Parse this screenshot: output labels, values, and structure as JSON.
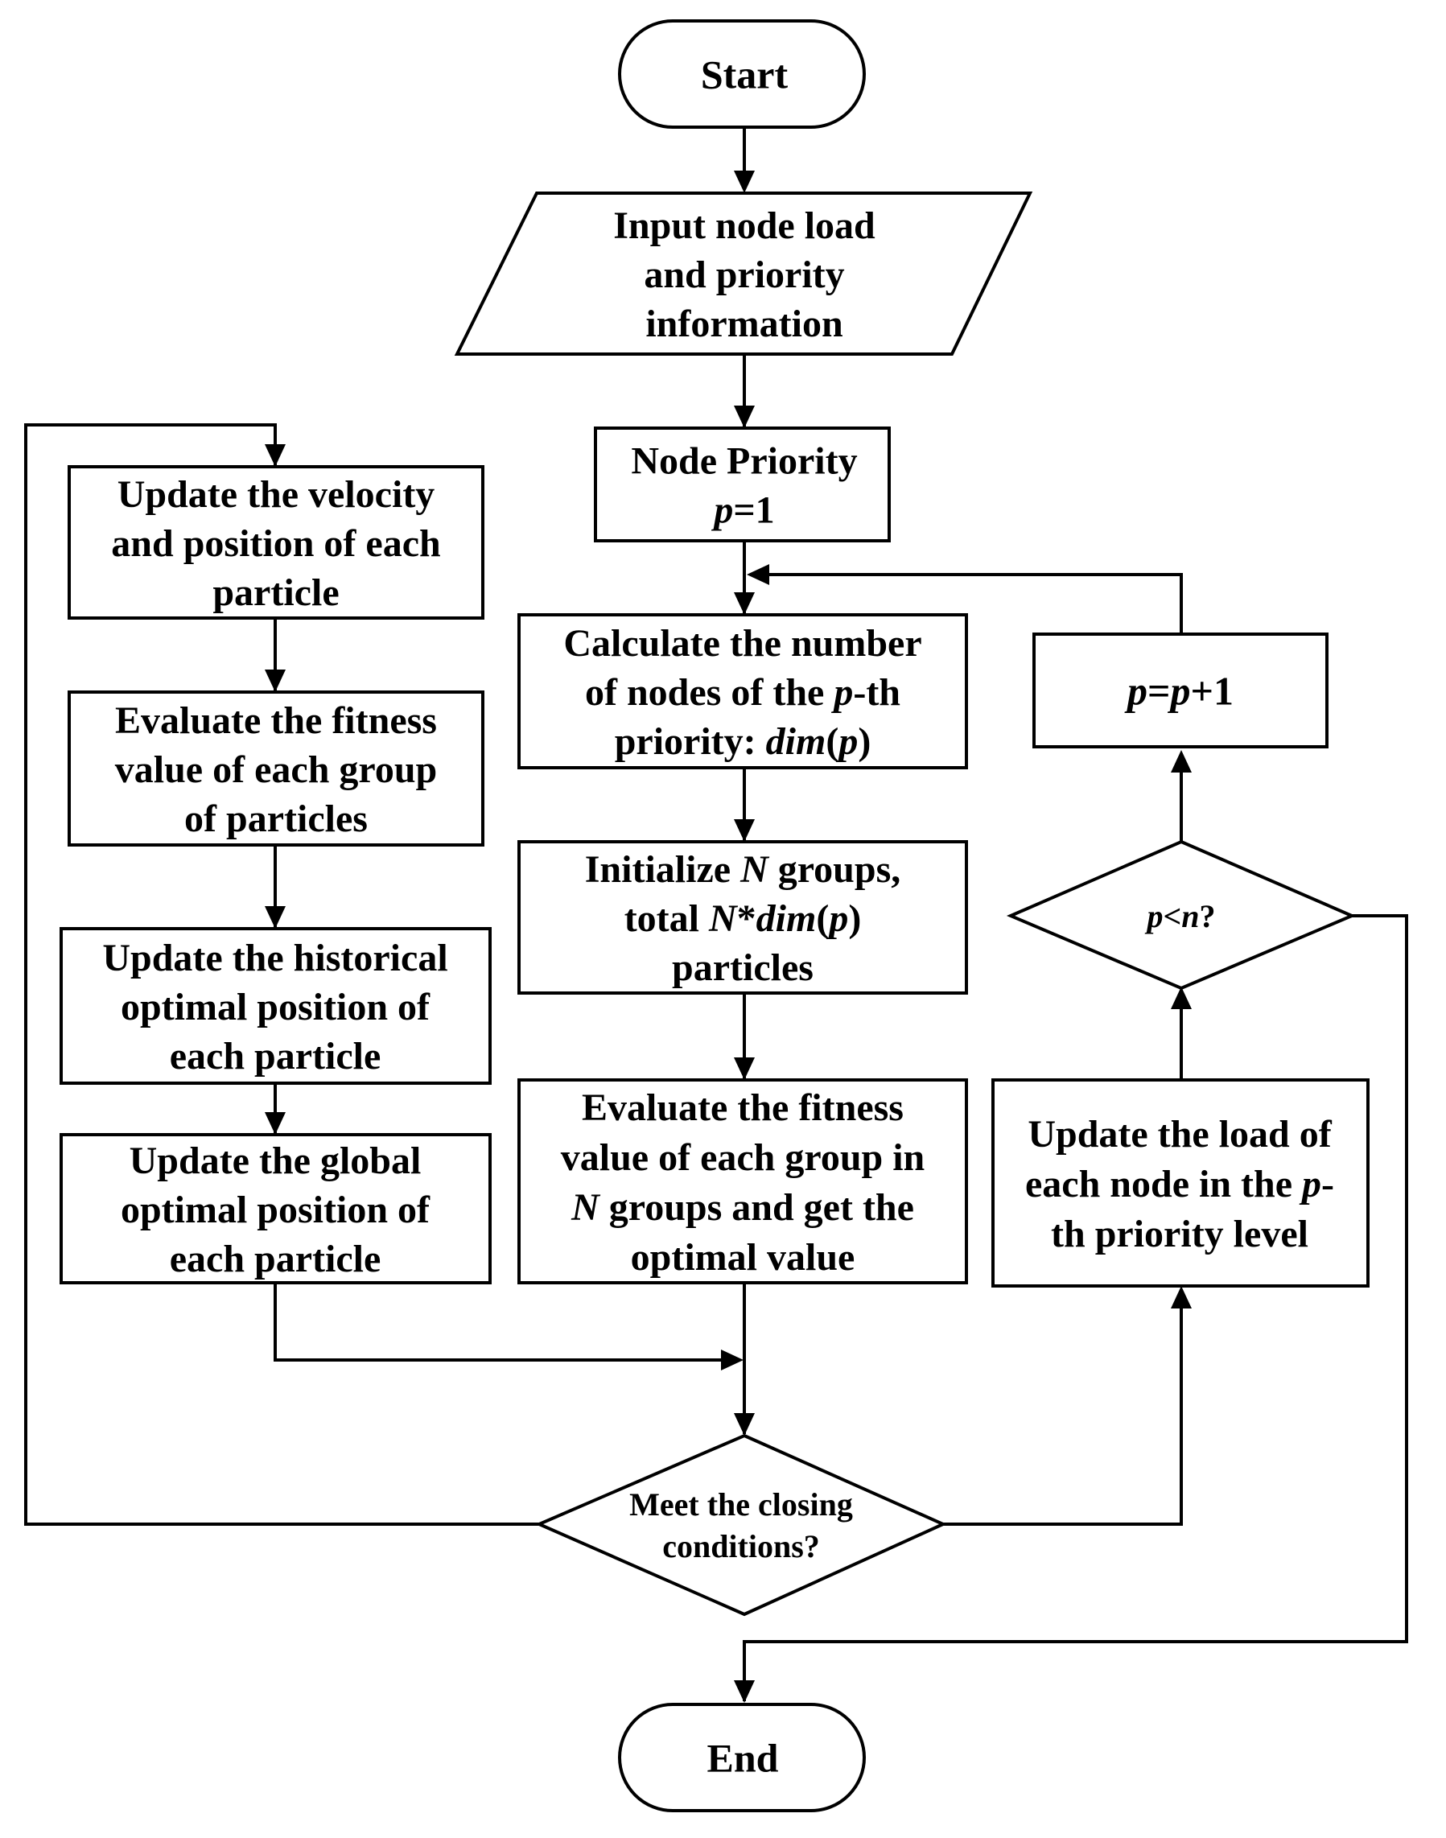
{
  "nodes": {
    "start": {
      "lines": [
        [
          {
            "t": "Start"
          }
        ]
      ]
    },
    "input": {
      "lines": [
        [
          {
            "t": "Input node load"
          }
        ],
        [
          {
            "t": "and priority"
          }
        ],
        [
          {
            "t": "information"
          }
        ]
      ]
    },
    "priority": {
      "lines": [
        [
          {
            "t": "Node Priority"
          }
        ],
        [
          {
            "t": "p",
            "i": true
          },
          {
            "t": "=1"
          }
        ]
      ]
    },
    "calc": {
      "lines": [
        [
          {
            "t": "Calculate the number"
          }
        ],
        [
          {
            "t": "of nodes of the "
          },
          {
            "t": "p",
            "i": true
          },
          {
            "t": "-th"
          }
        ],
        [
          {
            "t": "priority: "
          },
          {
            "t": "dim",
            "i": true
          },
          {
            "t": "("
          },
          {
            "t": "p",
            "i": true
          },
          {
            "t": ")"
          }
        ]
      ]
    },
    "init": {
      "lines": [
        [
          {
            "t": "Initialize "
          },
          {
            "t": "N",
            "i": true
          },
          {
            "t": " groups,"
          }
        ],
        [
          {
            "t": "total "
          },
          {
            "t": "N",
            "i": true
          },
          {
            "t": "*"
          },
          {
            "t": "dim",
            "i": true
          },
          {
            "t": "("
          },
          {
            "t": "p",
            "i": true
          },
          {
            "t": ")"
          }
        ],
        [
          {
            "t": "particles"
          }
        ]
      ]
    },
    "eval_groups": {
      "lines": [
        [
          {
            "t": "Evaluate the fitness"
          }
        ],
        [
          {
            "t": "value of each group in"
          }
        ],
        [
          {
            "t": "N",
            "i": true
          },
          {
            "t": " groups and get the"
          }
        ],
        [
          {
            "t": "optimal value"
          }
        ]
      ]
    },
    "update_velocity": {
      "lines": [
        [
          {
            "t": "Update the velocity"
          }
        ],
        [
          {
            "t": "and position of each"
          }
        ],
        [
          {
            "t": "particle"
          }
        ]
      ]
    },
    "eval_particles": {
      "lines": [
        [
          {
            "t": "Evaluate the fitness"
          }
        ],
        [
          {
            "t": "value of each group"
          }
        ],
        [
          {
            "t": "of particles"
          }
        ]
      ]
    },
    "update_historical": {
      "lines": [
        [
          {
            "t": "Update the historical"
          }
        ],
        [
          {
            "t": "optimal position of"
          }
        ],
        [
          {
            "t": "each particle"
          }
        ]
      ]
    },
    "update_global": {
      "lines": [
        [
          {
            "t": "Update the global"
          }
        ],
        [
          {
            "t": "optimal position of"
          }
        ],
        [
          {
            "t": "each particle"
          }
        ]
      ]
    },
    "closing": {
      "lines": [
        [
          {
            "t": "Meet the closing"
          }
        ],
        [
          {
            "t": "conditions?"
          }
        ]
      ]
    },
    "update_load": {
      "lines": [
        [
          {
            "t": "Update the load of"
          }
        ],
        [
          {
            "t": "each node in the "
          },
          {
            "t": "p",
            "i": true
          },
          {
            "t": "-"
          }
        ],
        [
          {
            "t": "th priority level"
          }
        ]
      ]
    },
    "p_less_n": {
      "lines": [
        [
          {
            "t": "p",
            "i": true
          },
          {
            "t": "<"
          },
          {
            "t": "n",
            "i": true
          },
          {
            "t": "?"
          }
        ]
      ]
    },
    "increment": {
      "lines": [
        [
          {
            "t": "p",
            "i": true
          },
          {
            "t": "="
          },
          {
            "t": "p",
            "i": true
          },
          {
            "t": "+1"
          }
        ]
      ]
    },
    "end": {
      "lines": [
        [
          {
            "t": "End"
          }
        ]
      ]
    }
  }
}
